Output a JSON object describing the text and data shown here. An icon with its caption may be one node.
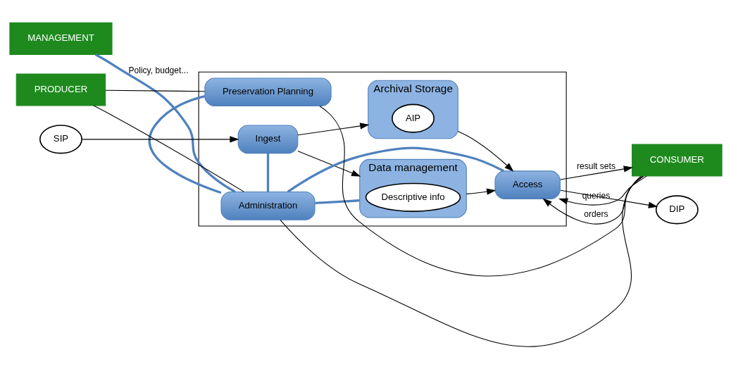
{
  "diagram": {
    "nodes": [
      {
        "text": [],
        "shape": "box"
      },
      {
        "text": [
          "Preservation Planning"
        ],
        "in": 0
      },
      {
        "text": [
          "Data management"
        ],
        "in": 0
      },
      {
        "text": [
          "Descriptive info"
        ],
        "in": 2
      },
      {
        "text": [
          "Ingest"
        ],
        "in": 0
      },
      {
        "text": [
          "Archival Storage"
        ],
        "in": 0
      },
      {
        "text": [
          "AIP"
        ],
        "in": 5
      },
      {
        "text": [
          "Access"
        ],
        "in": 0
      },
      {
        "text": [
          "Administration"
        ],
        "in": 0
      },
      {
        "text": [
          "PRODUCER"
        ]
      },
      {
        "text": [
          "SIP"
        ]
      },
      {
        "text": [
          "CONSUMER"
        ]
      },
      {
        "text": [
          "DIP"
        ]
      },
      {
        "text": [
          "MANAGEMENT"
        ]
      }
    ],
    "edges": [
      {
        "from": 10,
        "to": 4,
        "arrow": "to"
      },
      {
        "from": 4,
        "to": 2,
        "arrow": "to"
      },
      {
        "from": 4,
        "to": 5,
        "arrow": "to"
      },
      {
        "from": 2,
        "to": 7,
        "arrow": "to"
      },
      {
        "from": 5,
        "to": 7,
        "arrow": "to"
      },
      {
        "from": 11,
        "to": 7,
        "arrow": "to",
        "label": "queries"
      },
      {
        "from": 7,
        "to": 11,
        "arrow": "to",
        "label": "result sets"
      },
      {
        "from": 11,
        "to": 7,
        "arrow": "to",
        "label": "orders"
      },
      {
        "from": 7,
        "to": 12,
        "arrow": "to"
      },
      {
        "from": 9,
        "to": 1,
        "arrow": "none"
      },
      {
        "from": 9,
        "to": 8,
        "arrow": "none"
      },
      {
        "from": 11,
        "to": 1,
        "arrow": "none"
      },
      {
        "from": 11,
        "to": 8,
        "arrow": "none"
      },
      {
        "from": 1,
        "to": 8,
        "arrow": "none",
        "style": "thick",
        "color": "#4f81bd"
      },
      {
        "from": 4,
        "to": 8,
        "arrow": "none",
        "style": "thick",
        "color": "#4f81bd"
      },
      {
        "from": 2,
        "to": 8,
        "arrow": "none",
        "style": "thick",
        "color": "#4f81bd"
      },
      {
        "from": 7,
        "to": 8,
        "arrow": "none",
        "style": "thick",
        "color": "#4f81bd"
      },
      {
        "from": 8,
        "to": 13,
        "arrow": "none",
        "style": "thick",
        "color": "#4f81bd",
        "label": "Policy, budget..."
      }
    ]
  }
}
